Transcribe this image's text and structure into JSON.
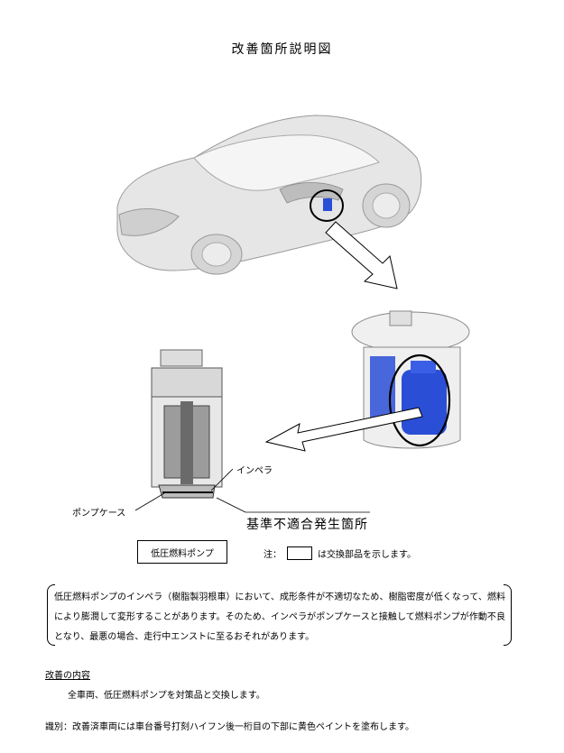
{
  "title": "改善箇所説明図",
  "labels": {
    "impeller": "インペラ",
    "pump_case": "ポンプケース",
    "defect_location": "基準不適合発生箇所",
    "part_name": "低圧燃料ポンプ"
  },
  "note": {
    "prefix": "注：",
    "suffix": "は交換部品を示します。"
  },
  "description": "低圧燃料ポンプのインペラ（樹脂製羽根車）において、成形条件が不適切なため、樹脂密度が低くなって、燃料により膨潤して変形することがあります。そのため、インペラがポンプケースと接触して燃料ポンプが作動不良となり、最悪の場合、走行中エンストに至るおそれがあります。",
  "improvement": {
    "heading": "改善の内容",
    "text": "全車両、低圧燃料ポンプを対策品と交換します。"
  },
  "identification": "識別：改善済車両には車台番号打刻ハイフン後一桁目の下部に黄色ペイントを塗布します。",
  "colors": {
    "highlight_blue": "#2a4fd6",
    "line": "#000000",
    "car_body": "#e4e4e4"
  }
}
